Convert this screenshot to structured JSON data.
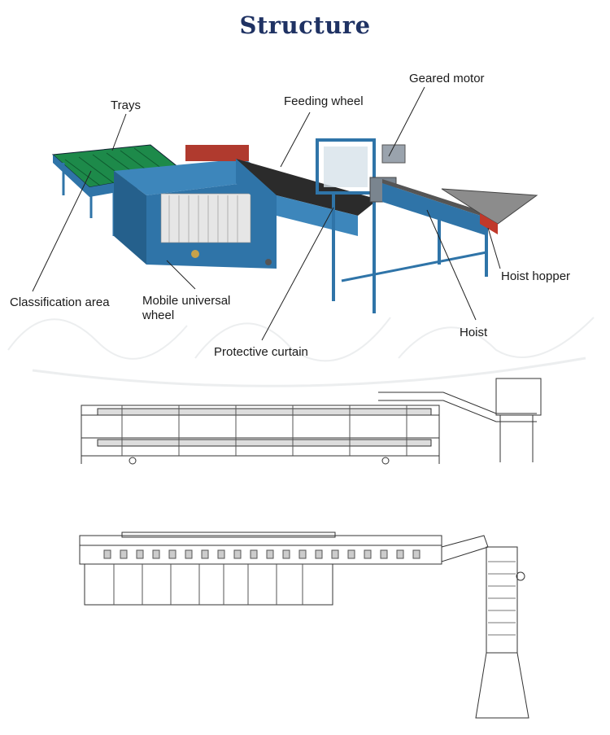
{
  "title": "Structure",
  "labels": {
    "geared_motor": "Geared motor",
    "feeding_wheel": "Feeding wheel",
    "trays": "Trays",
    "classification_area": "Classification area",
    "mobile_universal_wheel_line1": "Mobile universal",
    "mobile_universal_wheel_line2": "wheel",
    "protective_curtain": "Protective curtain",
    "hoist_hopper": "Hoist hopper",
    "hoist": "Hoist"
  },
  "colors": {
    "title": "#1f3263",
    "machine_blue": "#2f74a8",
    "belt": "#2b2b2b",
    "tray_green": "#1d8a4a",
    "hopper_red": "#c0392b",
    "drawing_line": "#333333"
  }
}
